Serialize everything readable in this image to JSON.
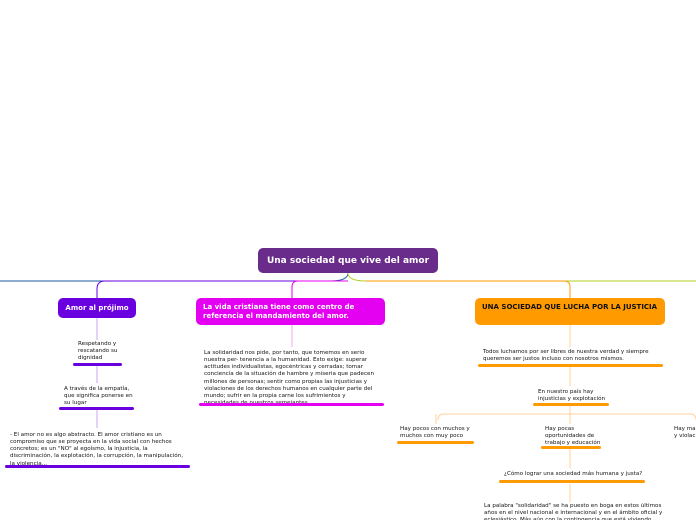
{
  "root": {
    "title": "Una sociedad que vive del amor"
  },
  "branches": {
    "amor": {
      "title": "Amor al prójimo",
      "color": "#6a00e0",
      "items": [
        "Respetando y rescatando su dignidad",
        "A través de la empatía, que significa ponerse en su lugar",
        "- El amor no es algo abstracto. El amor cristiano es un compromiso que se proyecta en la vida social con hechos concretos; es un \"NO\" al egoísmo, la injusticia, la discriminación, la explotación, la corrupción, la manipulación, la violencia..."
      ]
    },
    "vida": {
      "title": "La vida cristiana tiene como centro de referencia el mandamiento del amor.",
      "color": "#e400f0",
      "items": [
        "La solidaridad nos pide, por tanto, que tomemos en serio nuestra per- tenencia a la humanidad. Esto exige: superar actitudes individualistas, egocéntricas y cerradas; tomar conciencia de la situación de hambre y miseria que padecen millones de personas; sentir como propias las injusticias y violaciones de los derechos humanos en cualquier parte del mundo; sufrir en la propia carne los sufrimientos y necesidades de nuestros semejantes."
      ]
    },
    "sociedad": {
      "title": "UNA SOCIEDAD QUE LUCHA POR LA JUSTICIA",
      "color": "#ff9a00",
      "items": [
        "Todos luchamos por ser libres de nuestra verdad y siempre queremos ser justos incluso con nosotros mismos.",
        "En nuestro país hay injusticias y explotación",
        "Hay pocos con muchos y muchos con muy poco",
        "Hay pocas oportunidades de trabajo y educación",
        "Hay ma y violac",
        "¿Cómo lograr una sociedad más humana y justa?",
        "La palabra \"solidaridad\" se ha puesto en boga en estos últimos años en el nivel nacional e internacional y en el ámbito oficial y eclesiástico. Más aún con la contingencia que está viviendo"
      ]
    }
  }
}
